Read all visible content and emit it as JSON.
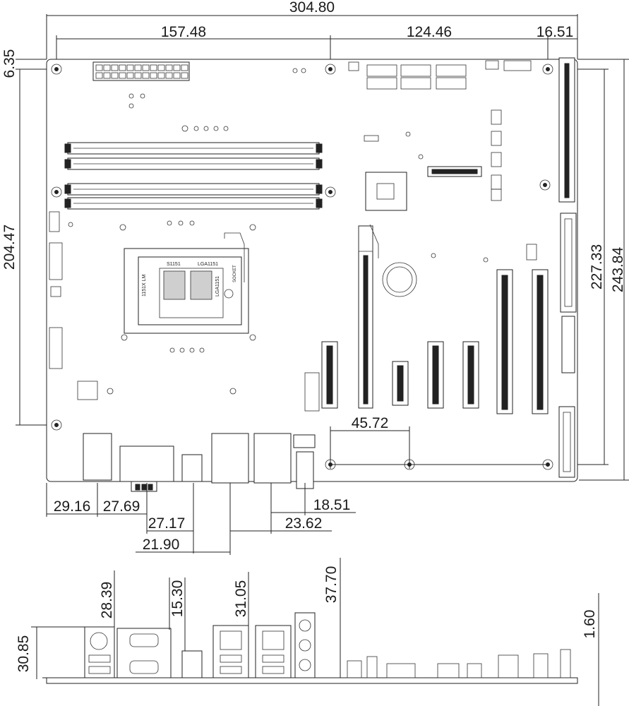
{
  "board": {
    "chip_label_1": "S1151",
    "chip_label_2": "LGA1151",
    "chip_label_3": "1151X LM",
    "chip_label_4": "LGA1151",
    "chip_label_5": "SOCKET"
  },
  "dimensions": {
    "top_total": "304.80",
    "top_left": "157.48",
    "top_mid": "124.46",
    "top_right": "16.51",
    "left_top": "6.35",
    "left_main": "204.47",
    "right_inner": "227.33",
    "right_outer": "243.84",
    "slot_pitch": "45.72",
    "bottom_1": "29.16",
    "bottom_2": "27.69",
    "bottom_3": "18.51",
    "bottom_4": "27.17",
    "bottom_5": "23.62",
    "bottom_6": "21.90",
    "side_h1": "28.39",
    "side_h2": "15.30",
    "side_h3": "31.05",
    "side_h4": "37.70",
    "side_h5": "1.60",
    "side_left": "30.85"
  }
}
